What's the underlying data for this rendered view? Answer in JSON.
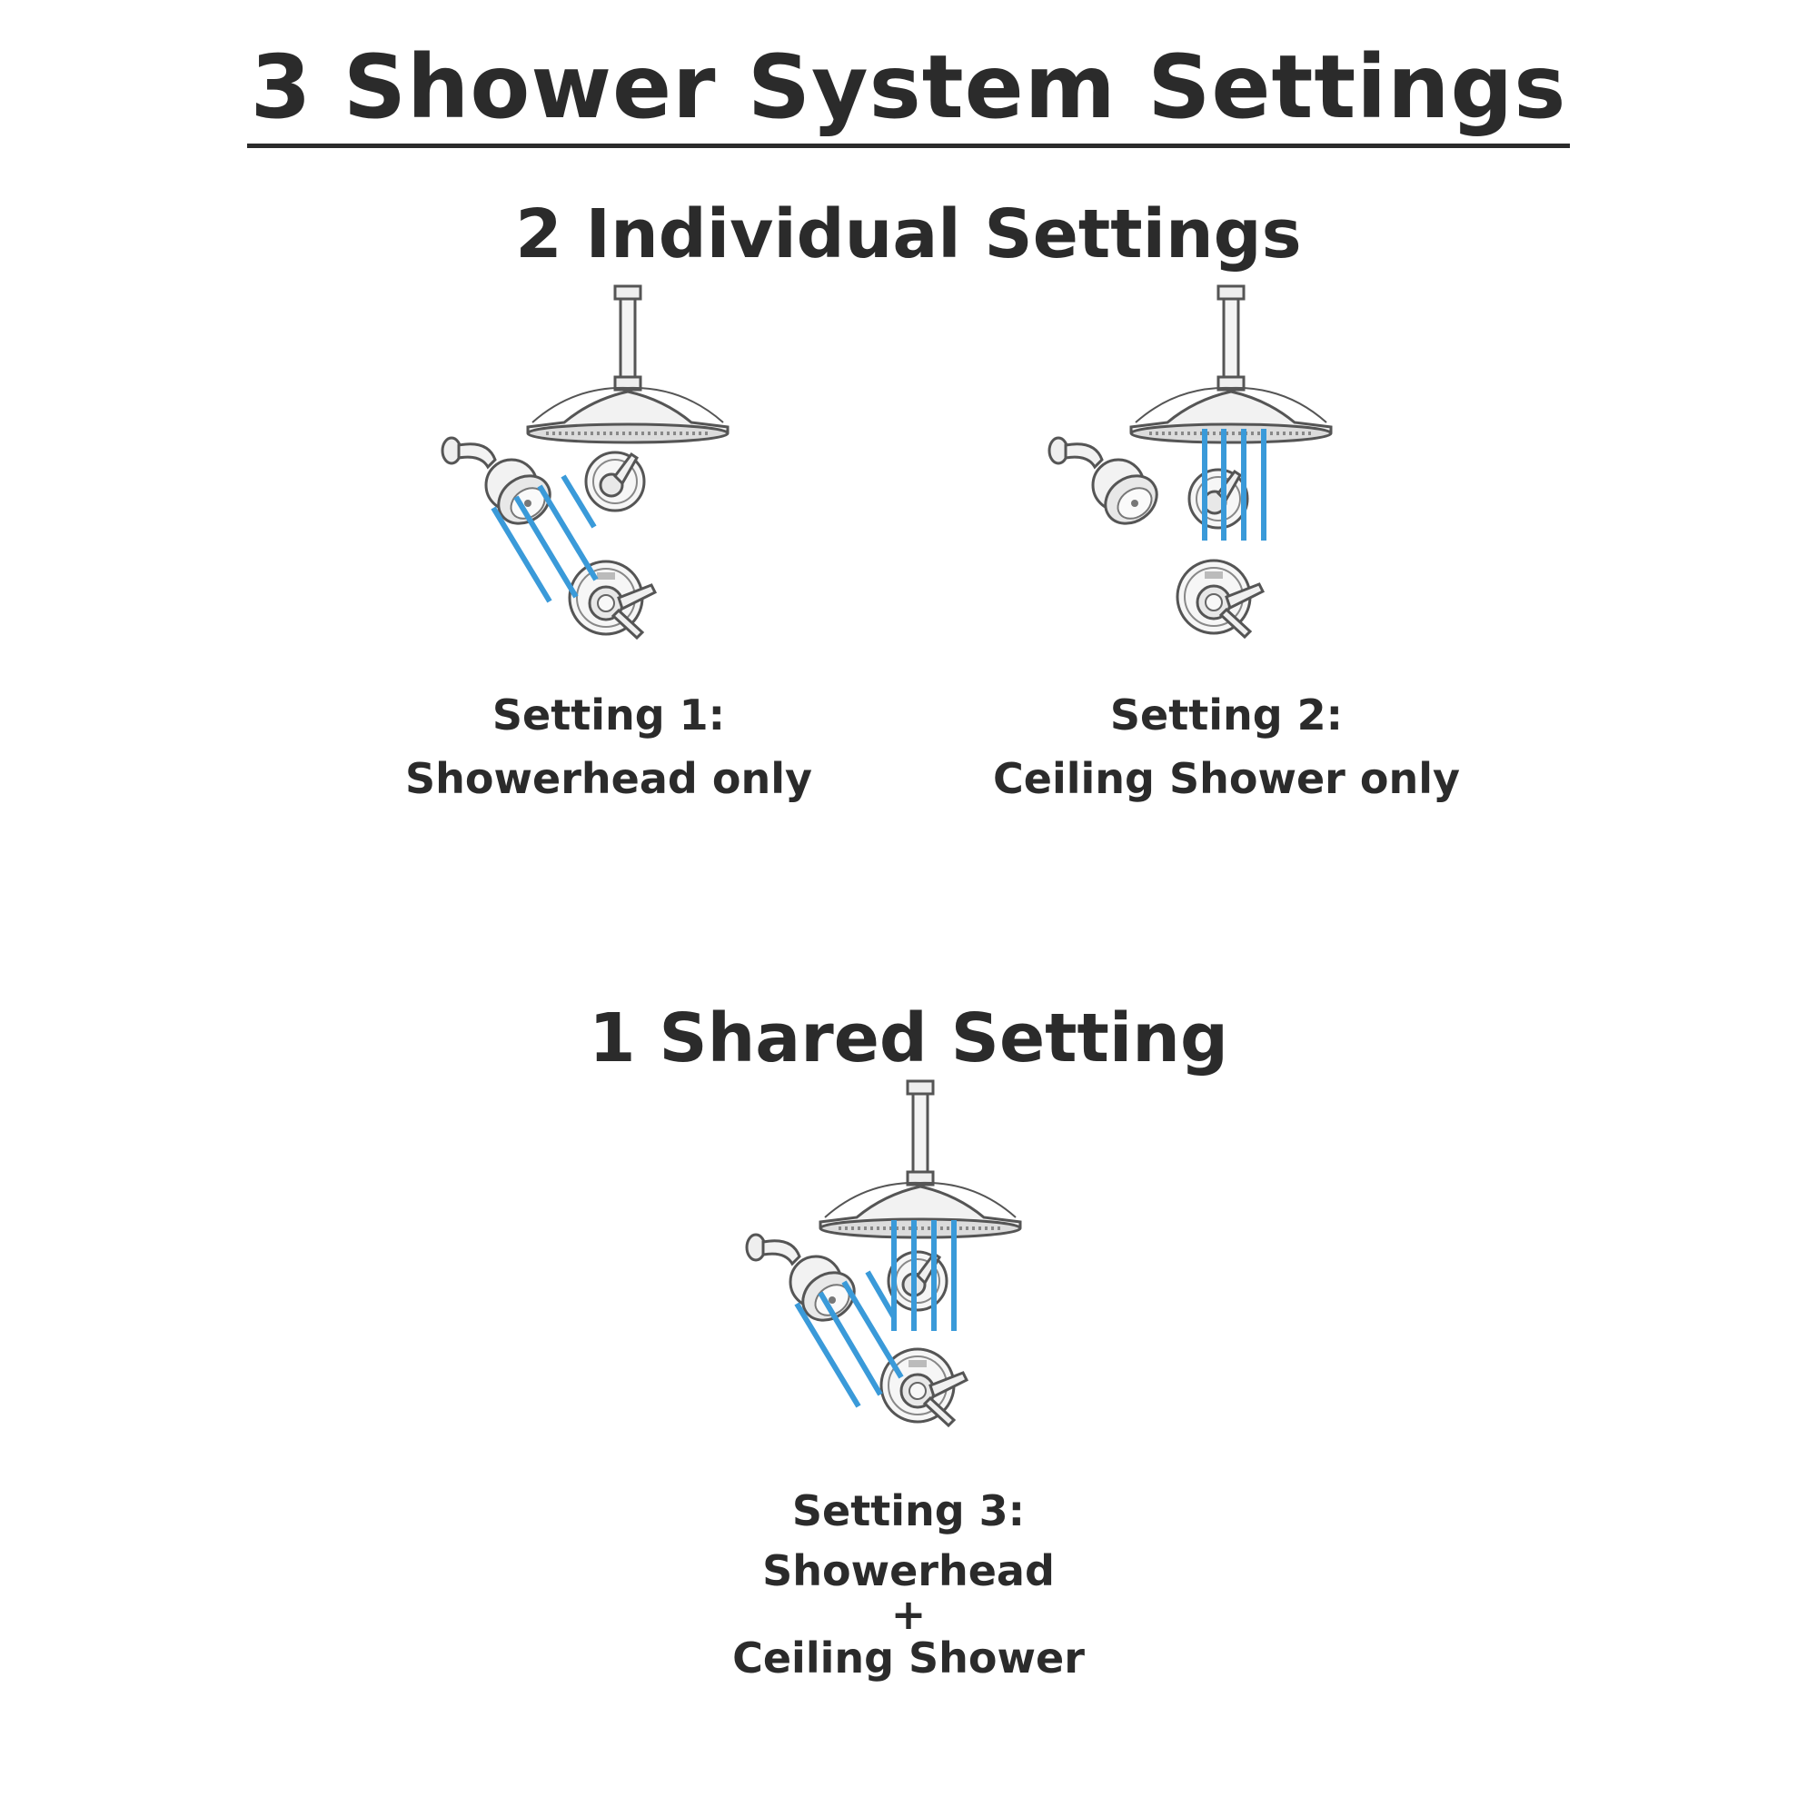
{
  "title": "3 Shower System Settings",
  "sections": {
    "individual": {
      "title": "2 Individual Settings"
    },
    "shared": {
      "title": "1 Shared Setting"
    }
  },
  "settings": [
    {
      "label": "Setting 1:",
      "description": "Showerhead only"
    },
    {
      "label": "Setting 2:",
      "description": "Ceiling Shower only"
    },
    {
      "label": "Setting 3:",
      "line1": "Showerhead",
      "plus": "+",
      "line2": "Ceiling Shower"
    }
  ],
  "colors": {
    "text": "#2b2b2b",
    "water_spray": "#3a9ad9",
    "fixture": "#555555"
  },
  "icons": [
    "ceiling-shower-icon",
    "showerhead-icon",
    "diverter-valve-icon",
    "thermostatic-valve-icon",
    "water-spray-icon"
  ]
}
